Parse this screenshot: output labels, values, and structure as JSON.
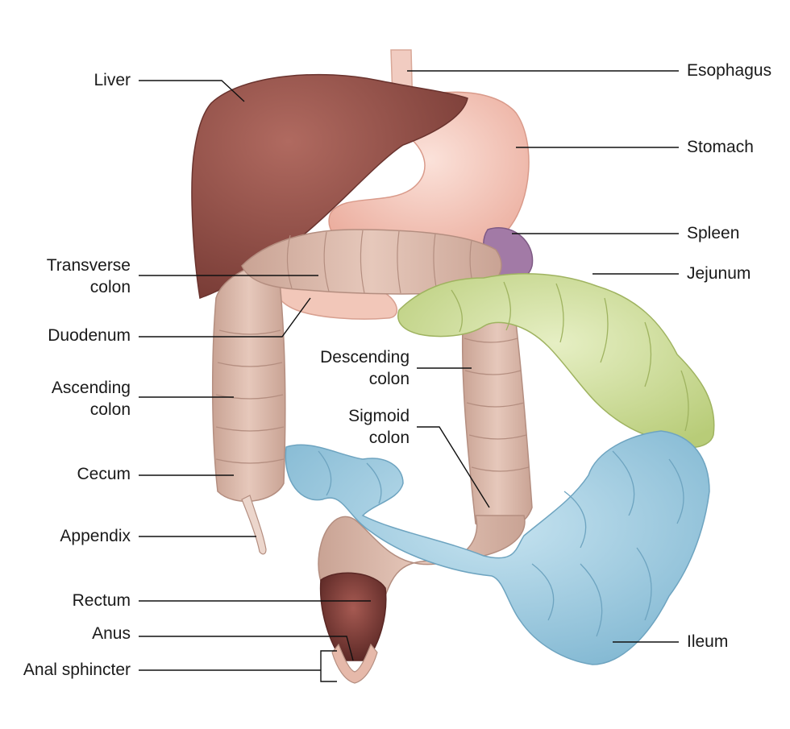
{
  "labels": {
    "liver": "Liver",
    "transverse_colon": [
      "Transverse",
      "colon"
    ],
    "duodenum": "Duodenum",
    "ascending_colon": [
      "Ascending",
      "colon"
    ],
    "cecum": "Cecum",
    "appendix": "Appendix",
    "rectum": "Rectum",
    "anus": "Anus",
    "anal_sphincter": "Anal sphincter",
    "esophagus": "Esophagus",
    "stomach": "Stomach",
    "spleen": "Spleen",
    "jejunum": "Jejunum",
    "descending_colon": [
      "Descending",
      "colon"
    ],
    "sigmoid_colon": [
      "Sigmoid",
      "colon"
    ],
    "ileum": "Ileum"
  },
  "colors": {
    "liver": "#8c4a42",
    "stomach": "#f3c2b4",
    "colon": "#d7b4a6",
    "jejunum": "#cddd9a",
    "ileum": "#9ccbe0",
    "spleen": "#9e6fa0",
    "rectum": "#7c3a36",
    "leader": "#111111"
  }
}
